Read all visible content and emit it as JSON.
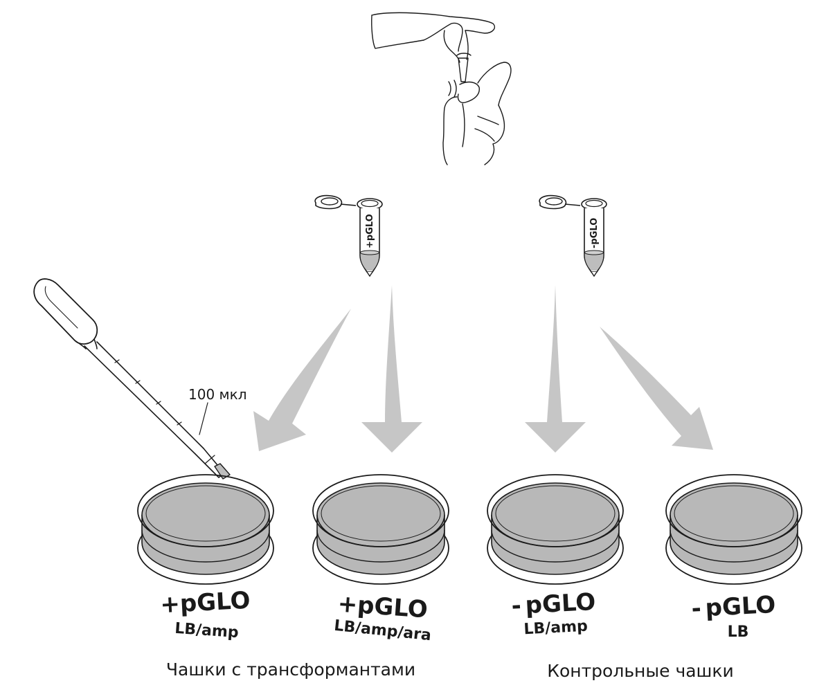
{
  "tubes": [
    {
      "label": "+pGLO"
    },
    {
      "label": "-pGLO"
    }
  ],
  "pipette": {
    "volume_label": "100 мкл"
  },
  "plates": [
    {
      "sign": "+",
      "name": "pGLO",
      "medium": "LB/amp"
    },
    {
      "sign": "+",
      "name": "pGLO",
      "medium": "LB/amp/ara"
    },
    {
      "sign": "-",
      "name": "pGLO",
      "medium": "LB/amp"
    },
    {
      "sign": "-",
      "name": "pGLO",
      "medium": "LB"
    }
  ],
  "captions": {
    "transformants": "Чашки с трансформантами",
    "controls": "Контрольные чашки"
  },
  "colors": {
    "arrow": "#c6c6c6",
    "agar": "#b8b8b8",
    "outline": "#1a1a1a",
    "tube_liquid": "#bdbdbd"
  }
}
